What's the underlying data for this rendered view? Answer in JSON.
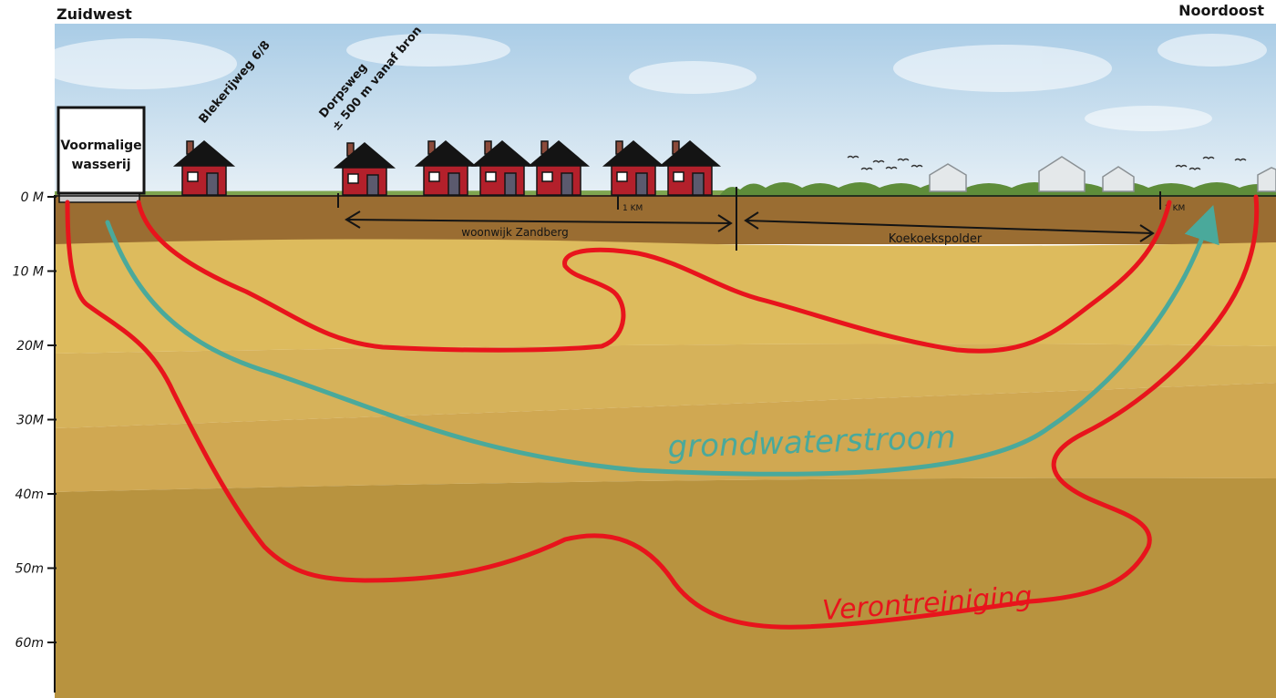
{
  "directions": {
    "left": "Zuidwest",
    "right": "Noordoost"
  },
  "depth_axis": {
    "ticks": [
      {
        "label": "0 M",
        "depth": 0
      },
      {
        "label": "10 M",
        "depth": 10
      },
      {
        "label": "20M",
        "depth": 20
      },
      {
        "label": "30M",
        "depth": 30
      },
      {
        "label": "40m",
        "depth": 40
      },
      {
        "label": "50m",
        "depth": 50
      },
      {
        "label": "60m",
        "depth": 60
      }
    ]
  },
  "source": {
    "label_line1": "Voormalige",
    "label_line2": "wasserij"
  },
  "street_labels": {
    "blekerijweg": "Blekerijweg 6/8",
    "dorpsweg_line1": "Dorpsweg",
    "dorpsweg_line2": "± 500 m vanaf bron"
  },
  "distance_markers": {
    "km1": "1 KM",
    "km2": "2 KM"
  },
  "areas": {
    "zandberg": "woonwijk Zandberg",
    "polder": "Koekoekspolder"
  },
  "flows": {
    "groundwater": "grondwaterstroom",
    "pollution": "Verontreiniging"
  },
  "colors": {
    "pollution": "#e8141c",
    "groundwater": "#4aa99b",
    "house": "#b3202b",
    "roof": "#141414",
    "sky_top": "#a9cce6",
    "topsoil": "#9a6d32"
  }
}
